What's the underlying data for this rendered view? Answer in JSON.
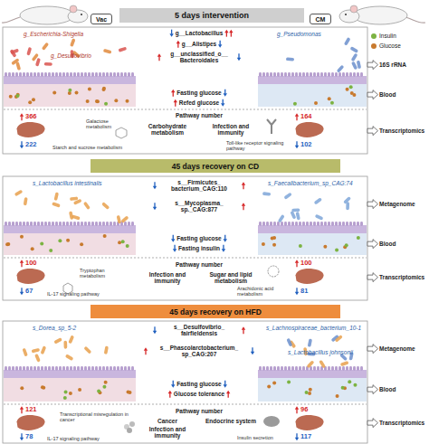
{
  "diagram": {
    "nodes": [
      {
        "text": [
          "5 days intervention"
        ]
      },
      {
        "text": [
          "Vac"
        ]
      },
      {
        "text": [
          "CM"
        ]
      },
      {
        "text": [
          "45 days recovery on CD"
        ]
      },
      {
        "text": [
          "45 days recovery on HFD"
        ]
      }
    ],
    "labels": [
      "g_Escherichia-Shigella",
      "g_Desulfovibrio",
      "g__Lactobacillus",
      "g__Alistipes",
      "g__unclassified_o__ Bacteroidales",
      "Fasting glucose",
      "Refed glucose",
      "Pathway number",
      "Carbohydrate metabolism",
      "Infection and immunity",
      "g_Pseudomonas",
      "16S rRNA",
      "Blood",
      "Transcriptomics",
      "366",
      "222",
      "Galactose metabolism",
      "Starch and sucrose metabolism",
      "164",
      "102",
      "Toll-like receptor signaling pathway",
      "s_Lactobacillus intestinalis",
      "s__Firmicutes_ bacterium_CAG:110",
      "s__Mycoplasma_ sp._CAG:877",
      "s_Faecalibacterium_sp_CAG:74",
      "Metagenome",
      "Fasting glucose",
      "Fasting insulin",
      "Blood",
      "Pathway number",
      "Infection and immunity",
      "Sugar and lipid metabolism",
      "Transcriptomics",
      "100",
      "67",
      "Tryptophan metabolism",
      "IL-17 signaling pathway",
      "100",
      "81",
      "Arachidonic acid metabolism",
      "s_Dorea_sp_5-2",
      "s__Desulfovibrio_ fairfieldensis",
      "s__Phascolarctobacterium_ sp_CAG:207",
      "s_Lachnospiraceae_bacterium_10-1",
      "s_Lactobacillus johnsonii",
      "Metagenome",
      "Fasting glucose",
      "Glucose tolerance",
      "Blood",
      "Pathway number",
      "Cancer",
      "Infection and immunity",
      "Endocrine system",
      "Transcriptomics",
      "121",
      "78",
      "Transcriptional misregulation in cancer",
      "IL-17 signaling pathway",
      "96",
      "117",
      "Insulin secretion"
    ],
    "legend": [
      {
        "text": "Insulin",
        "color": "#7cb342"
      },
      {
        "text": "Glucose",
        "color": "#c87a2e"
      }
    ]
  }
}
